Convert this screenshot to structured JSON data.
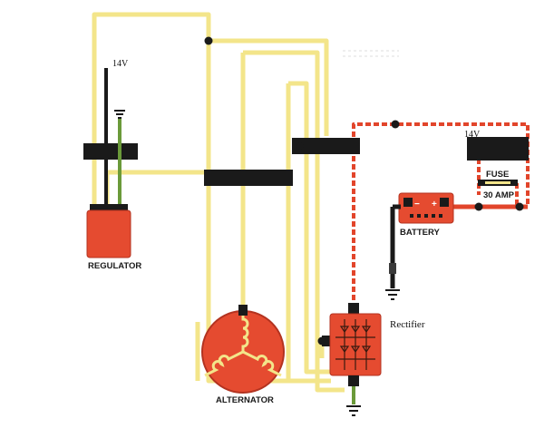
{
  "labels": {
    "regulator_voltage": "14V",
    "regulator": "REGULATOR",
    "alternator": "ALTERNATOR",
    "rectifier": "Rectifier",
    "battery": "BATTERY",
    "fuse_voltage": "14V",
    "fuse": "FUSE",
    "fuse_rating": "30 AMP"
  },
  "battery_terminals": {
    "negative": "−",
    "positive": "+"
  },
  "colors": {
    "wire_yellow": "#f3e58a",
    "wire_dark": "#1a1a1a",
    "wire_green": "#6b9a3a",
    "wire_red": "#e2452b",
    "component_red": "#e54b30",
    "background": "#ffffff"
  }
}
